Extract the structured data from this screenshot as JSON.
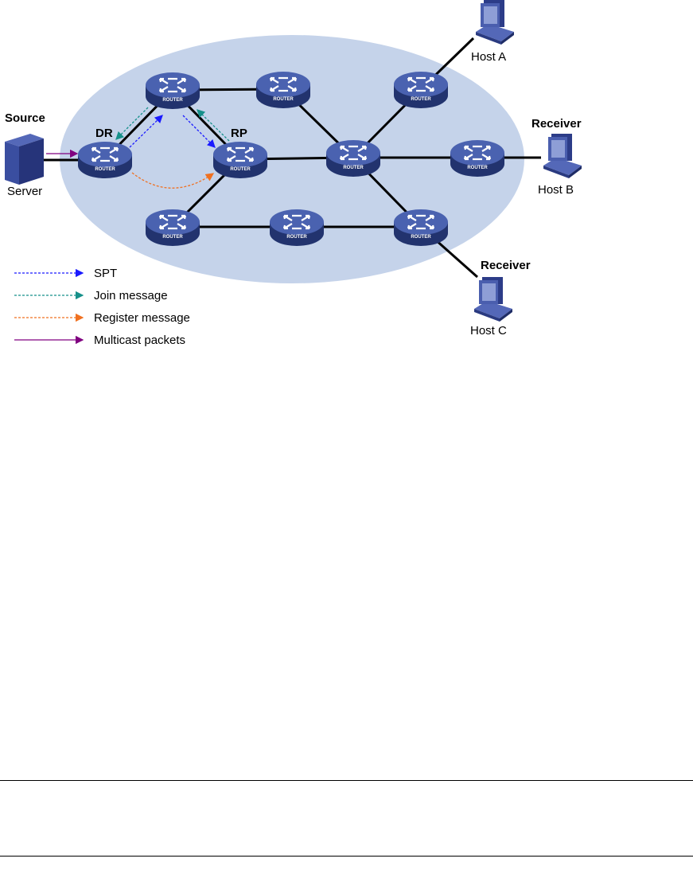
{
  "diagram": {
    "labels": {
      "source": "Source",
      "server": "Server",
      "dr": "DR",
      "rp": "RP",
      "host_a": "Host A",
      "host_b": "Host B",
      "host_c": "Host C",
      "receiver_b": "Receiver",
      "receiver_c": "Receiver",
      "router": "ROUTER"
    },
    "legend": [
      {
        "label": "SPT",
        "color": "#1a1aff",
        "style": "dashed"
      },
      {
        "label": "Join message",
        "color": "#16908a",
        "style": "dashed"
      },
      {
        "label": "Register message",
        "color": "#f07020",
        "style": "dashed"
      },
      {
        "label": "Multicast packets",
        "color": "#800080",
        "style": "solid"
      }
    ],
    "colors": {
      "domain": "#c5d3ea",
      "router": "#3d55a5",
      "router_dark": "#22336e"
    }
  }
}
